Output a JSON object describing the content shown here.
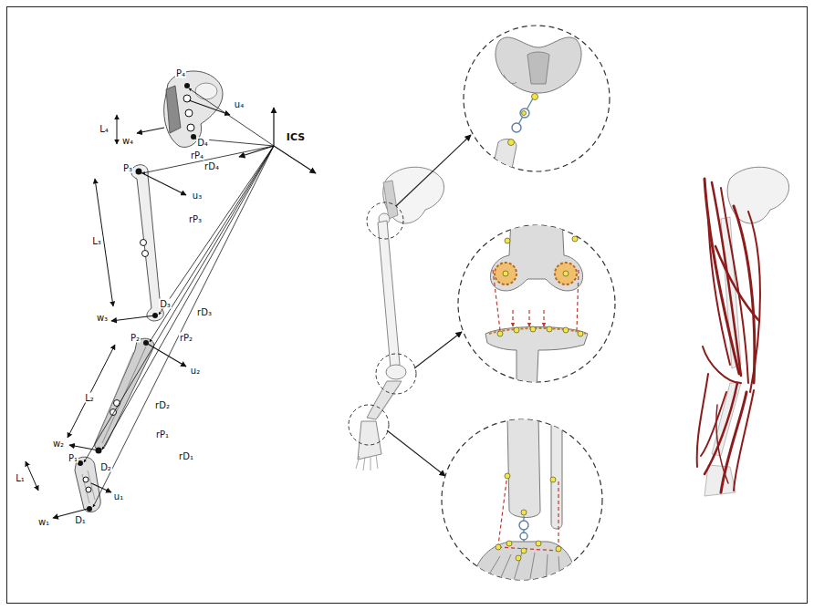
{
  "diagram": {
    "labels": [
      "P₄",
      "u₄",
      "L₄",
      "w₄",
      "D₄",
      "rP₄",
      "rD₄",
      "P₃",
      "u₃",
      "L₃",
      "rP₃",
      "D₃",
      "w₃",
      "rD₃",
      "P₂",
      "rP₂",
      "u₂",
      "L₂",
      "rD₂",
      "w₂",
      "P₁",
      "rP₁",
      "D₂",
      "rD₁",
      "L₁",
      "u₁",
      "w₁",
      "D₁",
      "ICS"
    ]
  }
}
